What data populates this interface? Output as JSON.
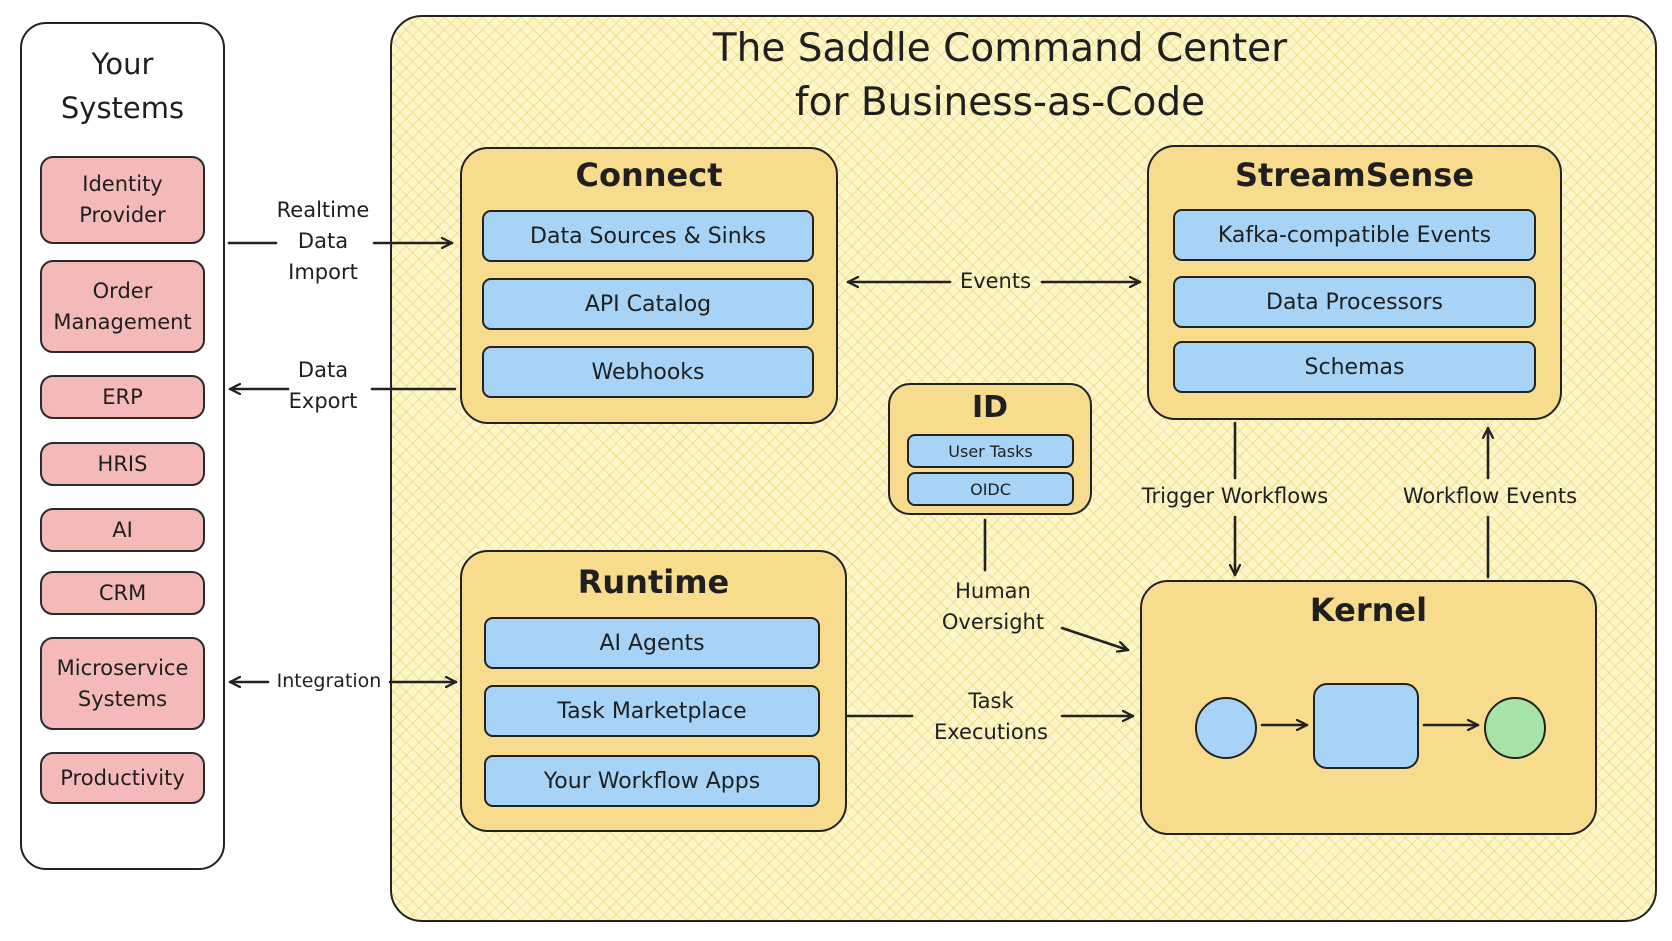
{
  "your_systems": {
    "title": "Your\nSystems",
    "items": [
      {
        "label": "Identity\nProvider"
      },
      {
        "label": "Order\nManagement"
      },
      {
        "label": "ERP"
      },
      {
        "label": "HRIS"
      },
      {
        "label": "AI"
      },
      {
        "label": "CRM"
      },
      {
        "label": "Microservice\nSystems"
      },
      {
        "label": "Productivity"
      }
    ]
  },
  "main": {
    "title": "The Saddle Command Center\nfor Business-as-Code",
    "connect": {
      "title": "Connect",
      "items": [
        "Data Sources & Sinks",
        "API Catalog",
        "Webhooks"
      ]
    },
    "streamsense": {
      "title": "StreamSense",
      "items": [
        "Kafka-compatible Events",
        "Data Processors",
        "Schemas"
      ]
    },
    "id": {
      "title": "ID",
      "items": [
        "User Tasks",
        "OIDC"
      ]
    },
    "runtime": {
      "title": "Runtime",
      "items": [
        "AI Agents",
        "Task Marketplace",
        "Your Workflow Apps"
      ]
    },
    "kernel": {
      "title": "Kernel"
    }
  },
  "flows": {
    "realtime_import": "Realtime\nData\nImport",
    "data_export": "Data\nExport",
    "integration": "Integration",
    "events": "Events",
    "trigger_workflows": "Trigger Workflows",
    "workflow_events": "Workflow Events",
    "human_oversight": "Human\nOversight",
    "task_executions": "Task\nExecutions"
  },
  "colors": {
    "system_item": "#f4b9b9",
    "group_fill": "#f8dc8e",
    "item_fill": "#a7d4f6",
    "panel_fill": "#fdf6c9",
    "start_node": "#a7d4f6",
    "end_node": "#a6e3a6"
  }
}
